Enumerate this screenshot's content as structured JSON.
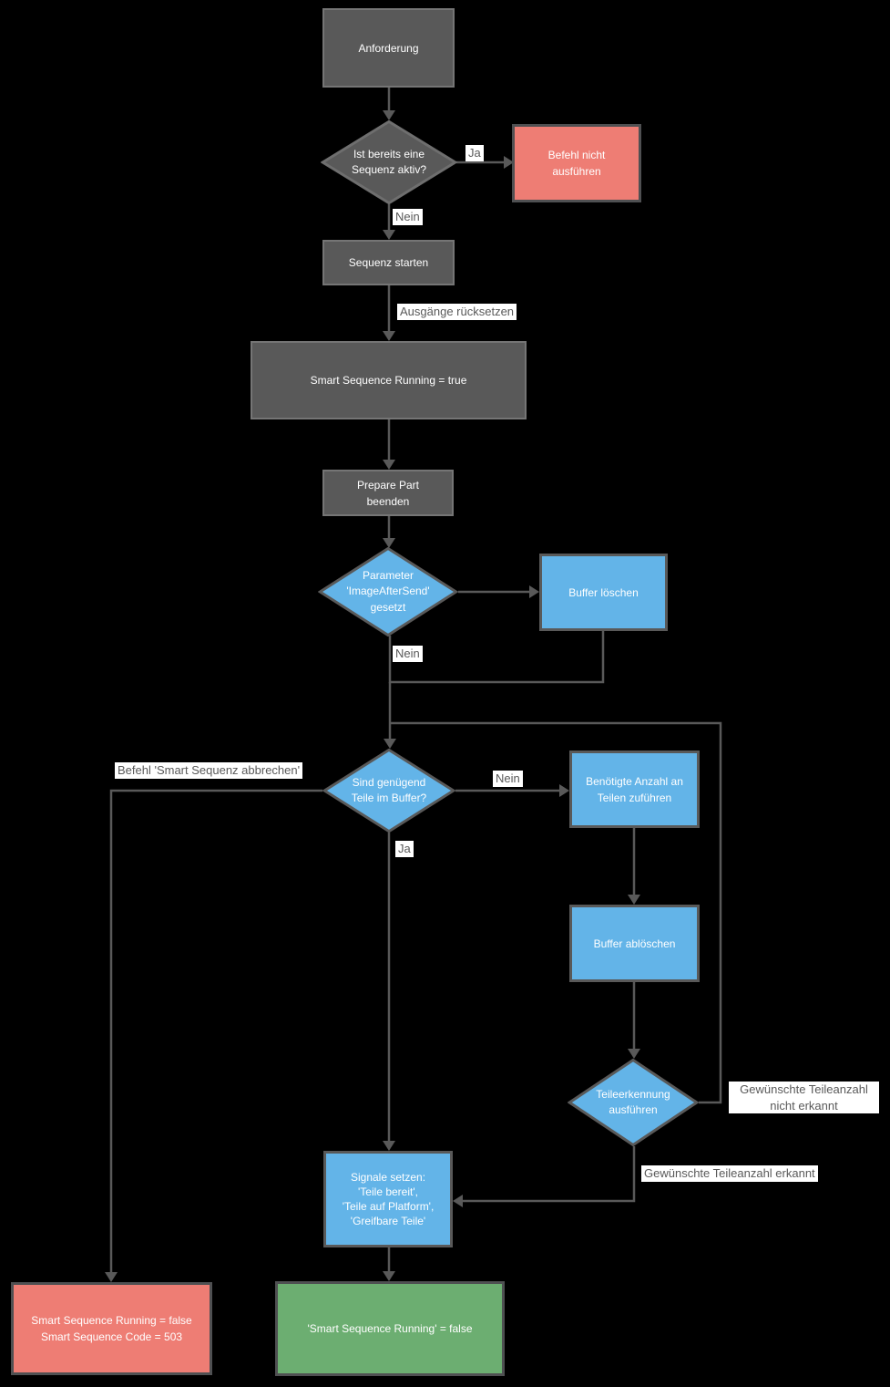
{
  "colors": {
    "background": "#000000",
    "gray_node_fill": "#595959",
    "gray_node_border": "#757575",
    "blue_node_fill": "#63B4E8",
    "red_node_fill": "#EE7D74",
    "green_node_fill": "#6CAE71",
    "connector": "#595959",
    "node_text": "#FFFFFF",
    "label_text": "#595959",
    "label_background": "#FFFFFF"
  },
  "nodes": {
    "anforderung": "Anforderung",
    "sequenz_aktiv": "Ist bereits eine\nSequenz aktiv?",
    "befehl_nicht_ausfuehren": "Befehl nicht\nausführen",
    "sequenz_starten": "Sequenz starten",
    "smart_sequence_running_true": "Smart Sequence Running = true",
    "prepare_part_beenden": "Prepare Part\nbeenden",
    "parameter_imageaftersend": "Parameter\n'ImageAfterSend'\ngesetzt",
    "buffer_loeschen": "Buffer löschen",
    "teile_im_buffer": "Sind genügend\nTeile im Buffer?",
    "benoetigte_anzahl": "Benötigte Anzahl an\nTeilen zuführen",
    "buffer_abloeschen": "Buffer ablöschen",
    "teileerkennung": "Teileerkennung\nausführen",
    "signale_setzen": "Signale setzen:\n'Teile bereit',\n'Teile auf Platform',\n'Greifbare Teile'",
    "smart_sequence_false_503": "Smart Sequence Running = false\nSmart Sequence Code = 503",
    "smart_sequence_false": "'Smart Sequence Running' = false"
  },
  "edge_labels": {
    "ja_1": "Ja",
    "nein_1": "Nein",
    "ausgaenge_ruecksetzen": "Ausgänge rücksetzen",
    "nein_2": "Nein",
    "nein_3": "Nein",
    "ja_2": "Ja",
    "befehl_abbrechen": "Befehl 'Smart Sequenz abbrechen'",
    "teileanzahl_nicht_erkannt": "Gewünschte Teileanzahl\nnicht erkannt",
    "teileanzahl_erkannt": "Gewünschte Teileanzahl erkannt"
  }
}
